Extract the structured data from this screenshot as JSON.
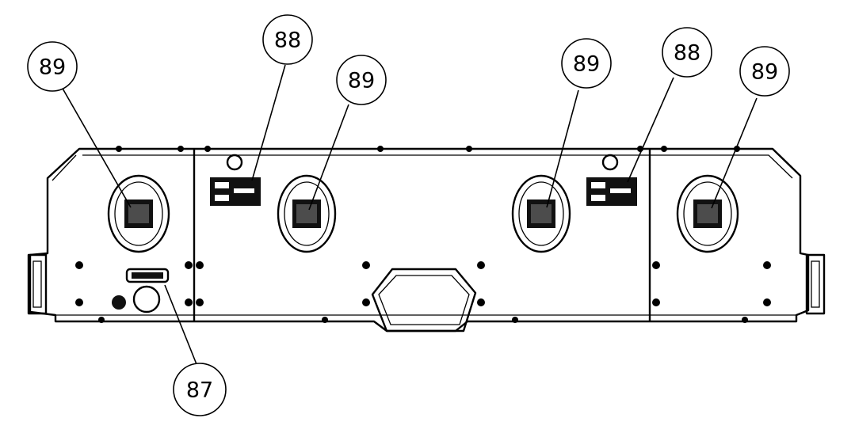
{
  "callouts": [
    {
      "id": "c1",
      "label": "89"
    },
    {
      "id": "c2",
      "label": "88"
    },
    {
      "id": "c3",
      "label": "89"
    },
    {
      "id": "c4",
      "label": "89"
    },
    {
      "id": "c5",
      "label": "88"
    },
    {
      "id": "c6",
      "label": "89"
    },
    {
      "id": "c7",
      "label": "87"
    }
  ],
  "colors": {
    "line": "#000000",
    "background": "#ffffff"
  }
}
